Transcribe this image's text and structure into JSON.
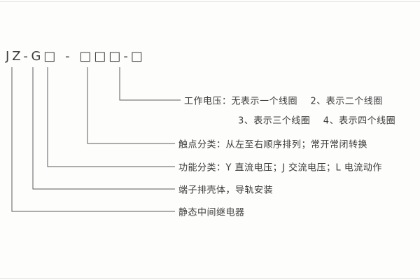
{
  "diagram": {
    "code": "JZ-G□ - □□□-□",
    "labels": {
      "working_voltage_line1": "工作电压：无表示一个线圈    2、表示二个线圈",
      "working_voltage_line2": "3、表示三个线圈    4、表示四个线圈",
      "contact": "触点分类：从左至右顺序排列；常开常闭转换",
      "function": "功能分类：Y 直流电压；J 交流电压；L 电流动作",
      "housing": "端子排壳体，导轨安装",
      "relay": "静态中间继电器"
    }
  }
}
